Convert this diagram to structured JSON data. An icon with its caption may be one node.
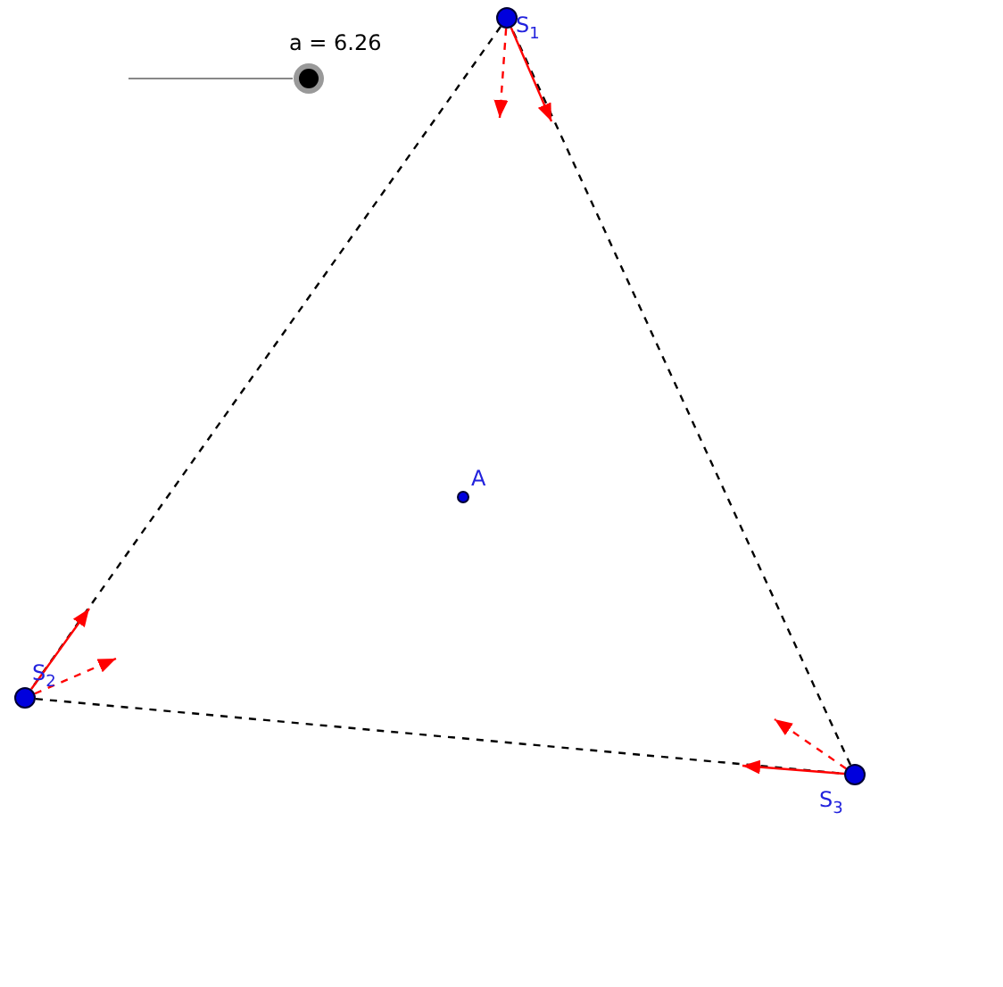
{
  "diagram": {
    "nodes": [
      {
        "text": [
          "S$_{1}$"
        ]
      },
      {
        "text": [
          "A"
        ]
      },
      {
        "text": [
          "S$_{2}$"
        ]
      },
      {
        "text": [
          "S$_{3}$"
        ]
      }
    ],
    "edges": [
      {
        "from": 0,
        "to": 2,
        "arrow": "none",
        "style": "dashed",
        "color": "#000000"
      },
      {
        "from": 2,
        "to": 3,
        "arrow": "none",
        "style": "dashed",
        "color": "#000000"
      },
      {
        "from": 3,
        "to": 0,
        "arrow": "none",
        "style": "dashed",
        "color": "#000000"
      },
      {
        "from": 0,
        "to": null,
        "arrow": "to",
        "color": "#ff0000"
      },
      {
        "from": 0,
        "to": null,
        "arrow": "to",
        "style": "dashed",
        "color": "#ff0000"
      },
      {
        "from": 2,
        "to": null,
        "arrow": "to",
        "color": "#ff0000"
      },
      {
        "from": 2,
        "to": null,
        "arrow": "to",
        "style": "dashed",
        "color": "#ff0000"
      },
      {
        "from": 3,
        "to": null,
        "arrow": "to",
        "color": "#ff0000"
      },
      {
        "from": 3,
        "to": null,
        "arrow": "to",
        "style": "dashed",
        "color": "#ff0000"
      }
    ],
    "labels": [
      "a = 6.26"
    ]
  }
}
